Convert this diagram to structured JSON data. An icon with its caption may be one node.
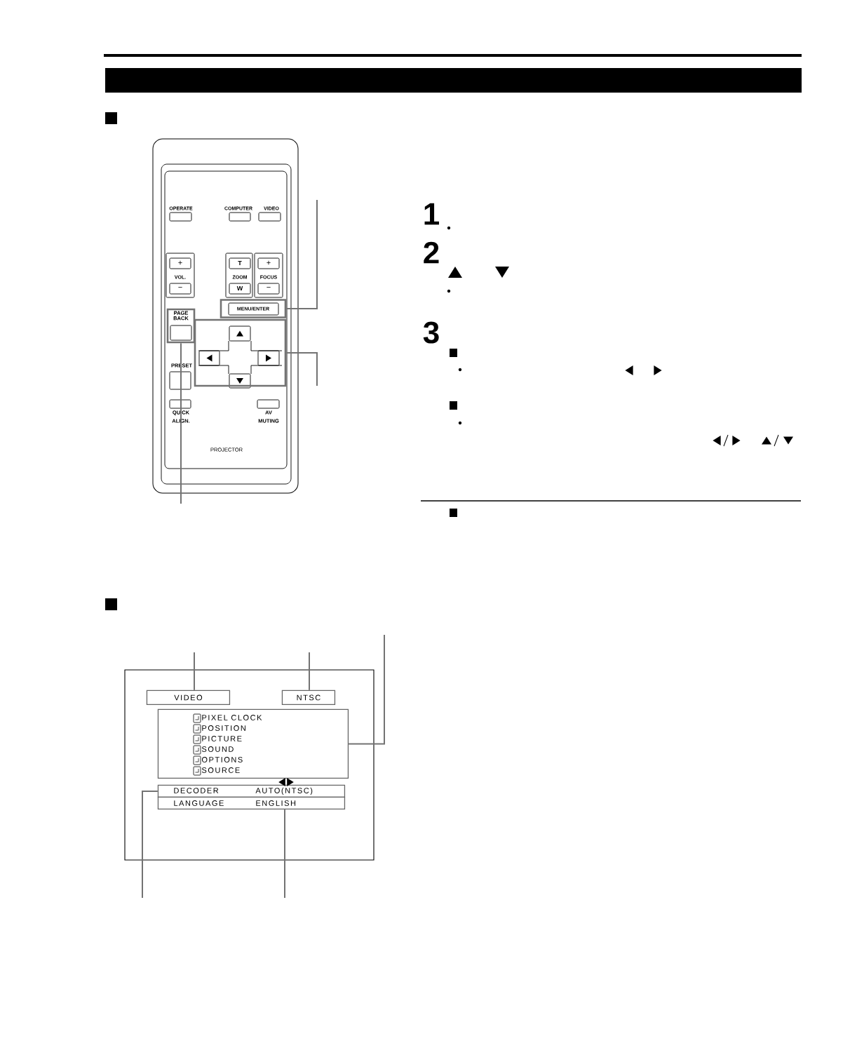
{
  "diagram": {
    "nodes": [
      {
        "text": [
          "MENU/ENTER"
        ]
      },
      {
        "text": [],
        "shape": "box"
      },
      {
        "text": [
          "PAGE BACK"
        ]
      },
      {
        "text": [],
        "shape": "box"
      },
      {
        "text": [
          "VIDEO"
        ],
        "in": 3
      },
      {
        "text": [
          "NTSC"
        ],
        "in": 3
      },
      {
        "text": [
          "PIXEL CLOCK",
          "POSITION",
          "PICTURE",
          "SOUND",
          "OPTIONS",
          "SOURCE"
        ],
        "in": 3
      },
      {
        "text": [
          "DECODER",
          "AUTO(NTSC)"
        ],
        "in": 3
      },
      {
        "text": [
          "LANGUAGE",
          "ENGLISH"
        ],
        "in": 3
      }
    ],
    "edges": [
      {
        "from": null,
        "to": 0,
        "arrow": "none"
      },
      {
        "from": null,
        "to": 1,
        "arrow": "none"
      },
      {
        "from": null,
        "to": 2,
        "arrow": "none"
      },
      {
        "from": null,
        "to": 4,
        "arrow": "none"
      },
      {
        "from": null,
        "to": 5,
        "arrow": "none"
      },
      {
        "from": null,
        "to": 6,
        "arrow": "none"
      },
      {
        "from": null,
        "to": 7,
        "arrow": "none"
      },
      {
        "from": null,
        "to": 8,
        "arrow": "none"
      }
    ],
    "labels": [
      "OPERATE",
      "COMPUTER",
      "VIDEO",
      "+",
      "VOL.",
      "−",
      "T",
      "ZOOM",
      "W",
      "+",
      "FOCUS",
      "−",
      "PRESET",
      "QUICK ALIGN.",
      "AV MUTING",
      "PROJECTOR",
      "1",
      "2",
      "3"
    ]
  }
}
